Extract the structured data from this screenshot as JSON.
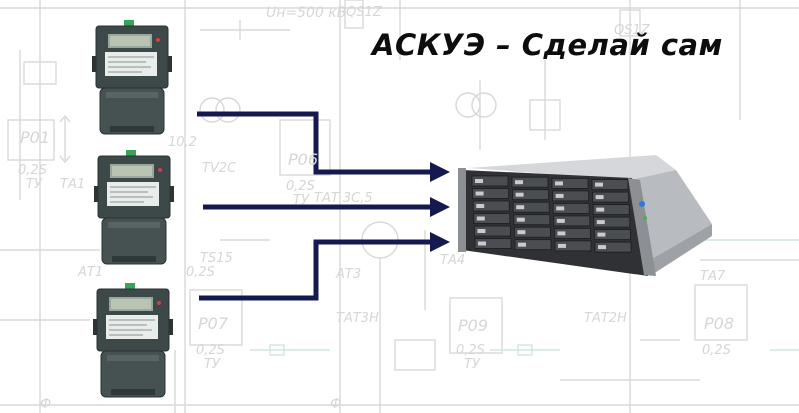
{
  "title": "АСКУЭ –  Сделай сам",
  "schematic_labels": {
    "voltage": "Uн=500 кВ",
    "qs1": "QS1Z",
    "qs2": "QS1Z",
    "l01": "P01",
    "l02": "P06",
    "l03": "P07",
    "l04": "P09",
    "l05": "P08",
    "acc1": "0,2S",
    "ty1": "ТУ",
    "ta1": "ТА1",
    "acc2": "0,2S",
    "ty2": "ТУ",
    "tat": "ТАТ 3C,5",
    "tv": "TV2C",
    "q": "10,2",
    "at1": "АТ1",
    "at3": "АТ3",
    "ts": "TS15",
    "acc3": "0,2S",
    "acc4": "0,2S",
    "ty4": "ТУ",
    "tat3h": "ТАТ3Н",
    "tat2h": "ТАТ2Н",
    "acc5": "0,2S",
    "ty5": "ТУ",
    "acc6": "0,2S",
    "ta4": "ТА4",
    "ta7": "ТА7",
    "m1": "Ф",
    "m2": "Ф"
  },
  "colors": {
    "arrow": "#151a4e",
    "schematic": "#d8d8d8",
    "schematic_green": "#cfe7de",
    "meter_body": "#3d4848",
    "server": "#2f3134"
  },
  "icons": [
    "electricity-meter-icon",
    "storage-server-icon"
  ]
}
